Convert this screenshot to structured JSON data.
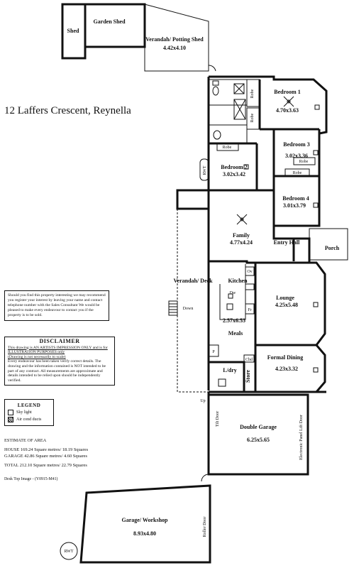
{
  "address": "12 Laffers Crescent, Reynella",
  "rooms": {
    "shed": "Shed",
    "garden_shed": "Garden Shed",
    "verandah_potting_name": "Verandah/ Potting Shed",
    "verandah_potting_dim": "4.42x4.10",
    "bedroom1_name": "Bedroom 1",
    "bedroom1_dim": "4.70x3.63",
    "bedroom2_name": "Bedroom 2",
    "bedroom2_dim": "3.02x3.42",
    "bedroom3_name": "Bedroom 3",
    "bedroom3_dim": "3.02x3.36",
    "bedroom4_name": "Bedroom 4",
    "bedroom4_dim": "3.01x3.79",
    "family_name": "Family",
    "family_dim": "4.77x4.24",
    "entry_hall": "Entry Hall",
    "porch": "Porch",
    "verandah_deck": "Verandah/ Deck",
    "kitchen": "Kitchen",
    "kitchen_dim": "2.57x6.53",
    "meals": "Meals",
    "lounge_name": "Lounge",
    "lounge_dim": "4.25x5.48",
    "formal_dining_name": "Formal Dining",
    "formal_dining_dim": "4.23x3.32",
    "laundry": "L/dry",
    "store": "Store",
    "double_garage_name": "Double Garage",
    "double_garage_dim": "6.25x5.65",
    "garage_workshop_name": "Garage/ Workshop",
    "garage_workshop_dim": "8.93x4.80"
  },
  "fixtures": {
    "robe": "Robe",
    "rwt": "RWT",
    "down": "Down",
    "up": "Up",
    "dw": "Dw",
    "ov": "Ov",
    "fr": "Fr",
    "pantry": "P",
    "cbd": "Cbd",
    "tilt_door": "Tilt Door",
    "electronic_door": "Electronic Panel Lift Door",
    "roller_door": "Roller Door"
  },
  "notice": {
    "text": "Should you find this property interesting we may recommend you register your interest by leaving your name and contact telephone number with the Sales Consultant We would be pleased to make every endeavour to contact you if the property is to be sold."
  },
  "disclaimer": {
    "title": "DISCLAIMER",
    "line1": "This drawing is AN ARTISTS IMPRESSION ONLY and is for ILLUSTRATION PURPOSES only",
    "line2": "(Drawing is not necessarily to scale)",
    "line3": "Every endeavour has been taken verify correct details. The drawing and the information contained is NOT intended to be part of any contract. All measurements are approximate and details intended to be relied upon should be independently verified."
  },
  "legend": {
    "title": "LEGEND",
    "sky_light": "Sky light",
    "air_cond": "Air cond ducts"
  },
  "estimate": {
    "title": "ESTIMATE OF AREA",
    "house_label": "HOUSE",
    "house_value": "169.24 Square metres/ 18.19 Squares",
    "garage_label": "GARAGE",
    "garage_value": "42.86 Square metres/ 4.60 Squares",
    "total_label": "TOTAL",
    "total_value": "212.10 Square metres/ 22.79 Squares"
  },
  "image_code": "Desk Top Image - (Y0915-M41)"
}
